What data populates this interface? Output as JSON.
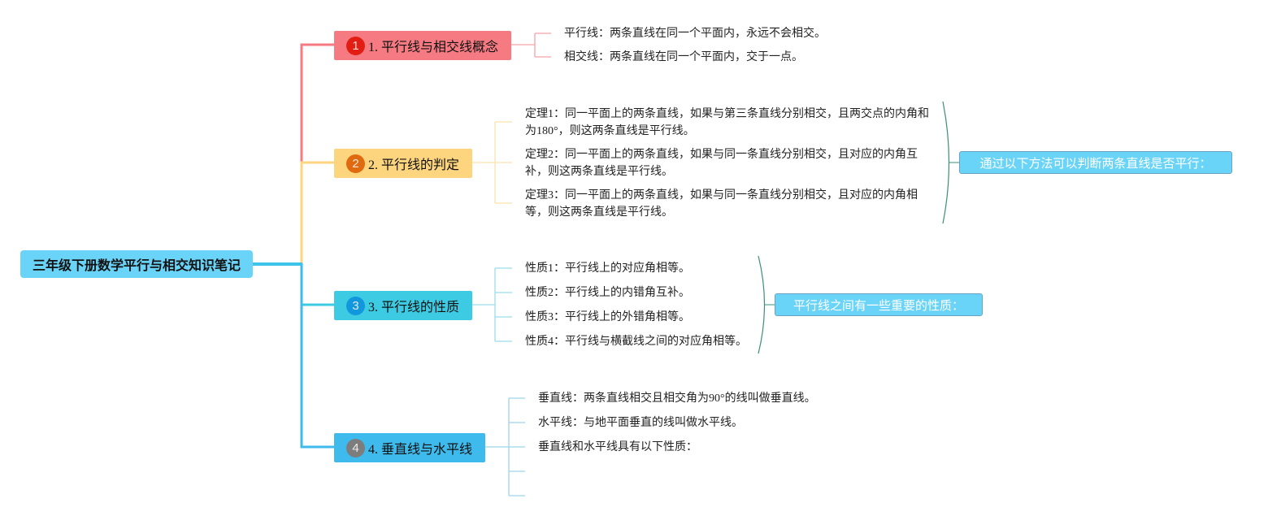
{
  "root": {
    "label": "三年级下册数学平行与相交知识笔记"
  },
  "colors": {
    "branch1": "#f67a82",
    "branch2": "#fdd57e",
    "branch3": "#3dcbe3",
    "branch4": "#3ebaec",
    "summary": "#6ad4f8"
  },
  "branches": [
    {
      "num": "1",
      "label": "1. 平行线与相交线概念",
      "children": [
        "平行线：两条直线在同一个平面内，永远不会相交。",
        "相交线：两条直线在同一个平面内，交于一点。"
      ]
    },
    {
      "num": "2",
      "label": "2. 平行线的判定",
      "children": [
        "定理1：同一平面上的两条直线，如果与第三条直线分别相交，且两交点的内角和为180°，则这两条直线是平行线。",
        "定理2：同一平面上的两条直线，如果与同一条直线分别相交，且对应的内角互补，则这两条直线是平行线。",
        "定理3：同一平面上的两条直线，如果与同一条直线分别相交，且对应的内角相等，则这两条直线是平行线。"
      ],
      "summary": "通过以下方法可以判断两条直线是否平行："
    },
    {
      "num": "3",
      "label": "3. 平行线的性质",
      "children": [
        "性质1：平行线上的对应角相等。",
        "性质2：平行线上的内错角互补。",
        "性质3：平行线上的外错角相等。",
        "性质4：平行线与横截线之间的对应角相等。"
      ],
      "summary": "平行线之间有一些重要的性质："
    },
    {
      "num": "4",
      "label": "4. 垂直线与水平线",
      "children": [
        "垂直线：两条直线相交且相交角为90°的线叫做垂直线。",
        "水平线：与地平面垂直的线叫做水平线。",
        "垂直线和水平线具有以下性质：",
        "",
        ""
      ]
    }
  ]
}
